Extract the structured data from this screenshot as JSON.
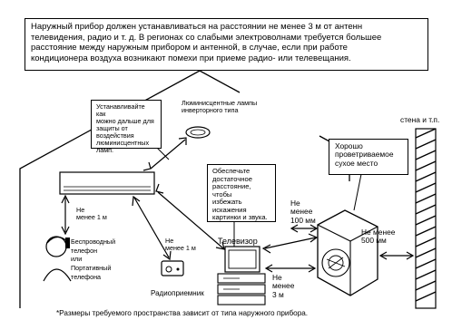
{
  "top_note": {
    "text": "Наружный прибор должен устанавливаться на расстоянии не менее 3 м от антенн\nтелевидения, радио и т. д. В регионах со слабыми электроволнами требуется большее\nрасстояние между наружным прибором и антенной, в случае, если при работе\nкондиционера воздуха возникают помехи при приеме радио- или телевещания."
  },
  "callouts": {
    "fluorescent_advice": "Устанавливайте как\nможно дальше для\nзащиты от воздействия\nлюминисцентных ламп.",
    "fluorescent_lamps": "Люминисцентные лампы\nинвертoрного типа",
    "distance_note": "Обеспечьте\nдостаточное\nрасстояние, чтобы\nизбежать\nискажения\nкартинки и звука.",
    "ventilated": "Хорошо\nпроветриваемое\nсухое место",
    "wall": "стена и т.п."
  },
  "labels": {
    "min_1m_left": "Не\nменее 1 м",
    "min_1m_radio": "Не\nменее 1 м",
    "phone": "Беспроводный\nтелефон\nили\nПортативный\nтелефона",
    "tv": "Телевизор",
    "radio": "Радиоприемник",
    "min_100mm": "Не\nменее\n100 мм",
    "min_500mm": "Не менее\n500 мм",
    "min_3m": "Не\nменее\n3 м"
  },
  "footnote": "*Размеры требуемого пространства зависит от типа наружного прибора."
}
